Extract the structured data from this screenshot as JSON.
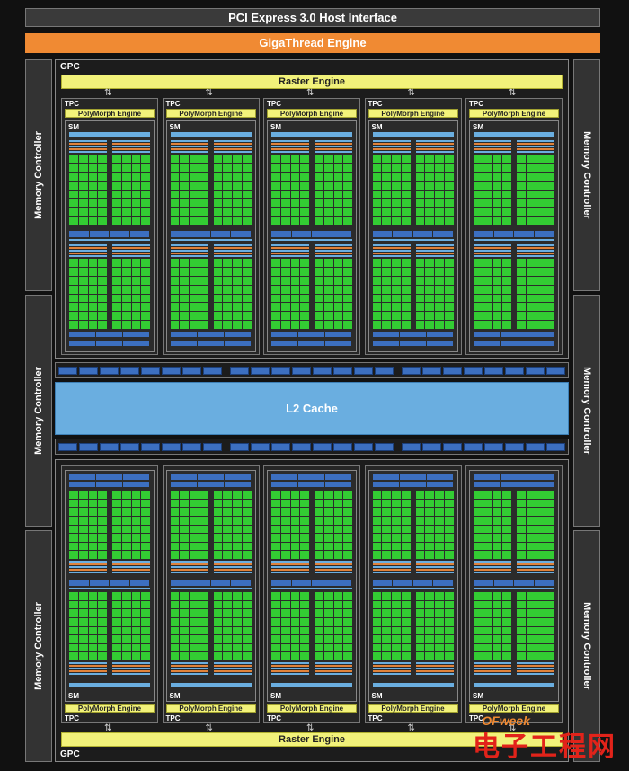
{
  "host_interface": "PCI Express 3.0 Host Interface",
  "gigathread": "GigaThread Engine",
  "memory_controller": "Memory Controller",
  "gpc_label": "GPC",
  "raster_engine": "Raster Engine",
  "tpc_label": "TPC",
  "polymorph_engine": "PolyMorph Engine",
  "sm_label": "SM",
  "l2_cache": "L2 Cache",
  "watermark": "电子工程网",
  "watermark_logo": "OFweek",
  "colors": {
    "host": "#3a3a3a",
    "gigathread": "#f08a33",
    "raster": "#f2f27a",
    "cuda_core": "#33cc33",
    "l2": "#6aaee0",
    "regfile": "#3c6fc0",
    "scheduler": "#e0823a",
    "watermark": "#e2231a"
  }
}
